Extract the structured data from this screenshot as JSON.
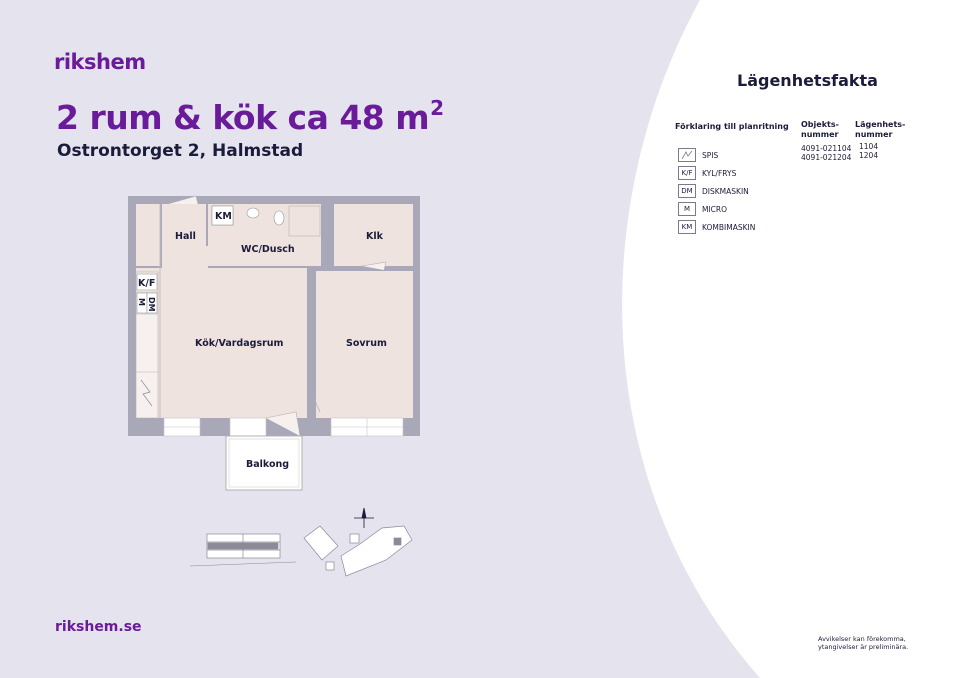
{
  "brand": {
    "logo": "rikshem",
    "website": "rikshem.se"
  },
  "apartment": {
    "title": "2 rum & kök ca 48 m",
    "title_sup": "2",
    "address": "Ostrontorget 2, Halmstad"
  },
  "rooms": {
    "hall": "Hall",
    "wc": "WC/Dusch",
    "klk": "Klk",
    "kok": "Kök/Vardagsrum",
    "sovrum": "Sovrum",
    "balkong": "Balkong",
    "km": "KM",
    "kf": "K/F",
    "dm": "DM",
    "m": "M"
  },
  "facts": {
    "title": "Lägenhetsfakta",
    "legend_heading": "Förklaring till planritning",
    "objekt_heading_1": "Objekts-",
    "objekt_heading_2": "nummer",
    "lagenhet_heading_1": "Lägenhets-",
    "lagenhet_heading_2": "nummer",
    "objekt_values": [
      "4091-021104",
      "4091-021204"
    ],
    "lagenhet_values": [
      "1104",
      "1204"
    ],
    "legend": [
      {
        "code": "",
        "icon": "stove-icon",
        "label": "SPIS"
      },
      {
        "code": "K/F",
        "label": "KYL/FRYS"
      },
      {
        "code": "DM",
        "label": "DISKMASKIN"
      },
      {
        "code": "M",
        "label": "MICRO"
      },
      {
        "code": "KM",
        "label": "KOMBIMASKIN"
      }
    ]
  },
  "disclaimer": [
    "Avvikelser kan förekomma,",
    "ytangivelser är preliminära."
  ],
  "colors": {
    "brand_purple": "#6a1b9a",
    "background_lavender": "#e4e3ee",
    "room_fill": "#efe3df",
    "wall": "#a8a8b8"
  }
}
